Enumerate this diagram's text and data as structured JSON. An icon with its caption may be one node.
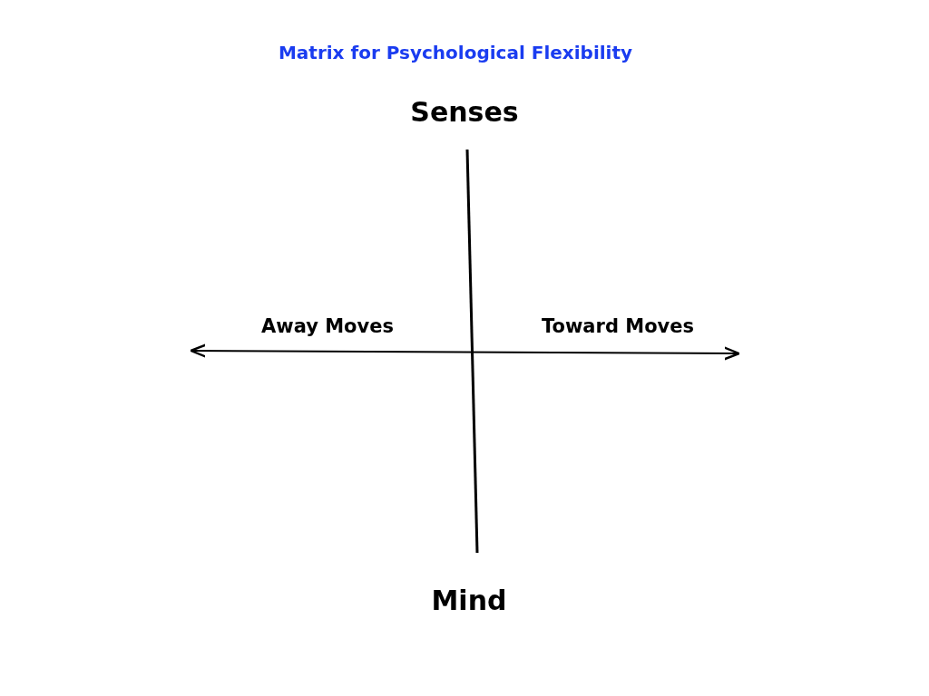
{
  "diagram": {
    "title": "Matrix for Psychological Flexibility",
    "labels": [
      "Senses",
      "Away Moves",
      "Toward Moves",
      "Mind"
    ]
  }
}
